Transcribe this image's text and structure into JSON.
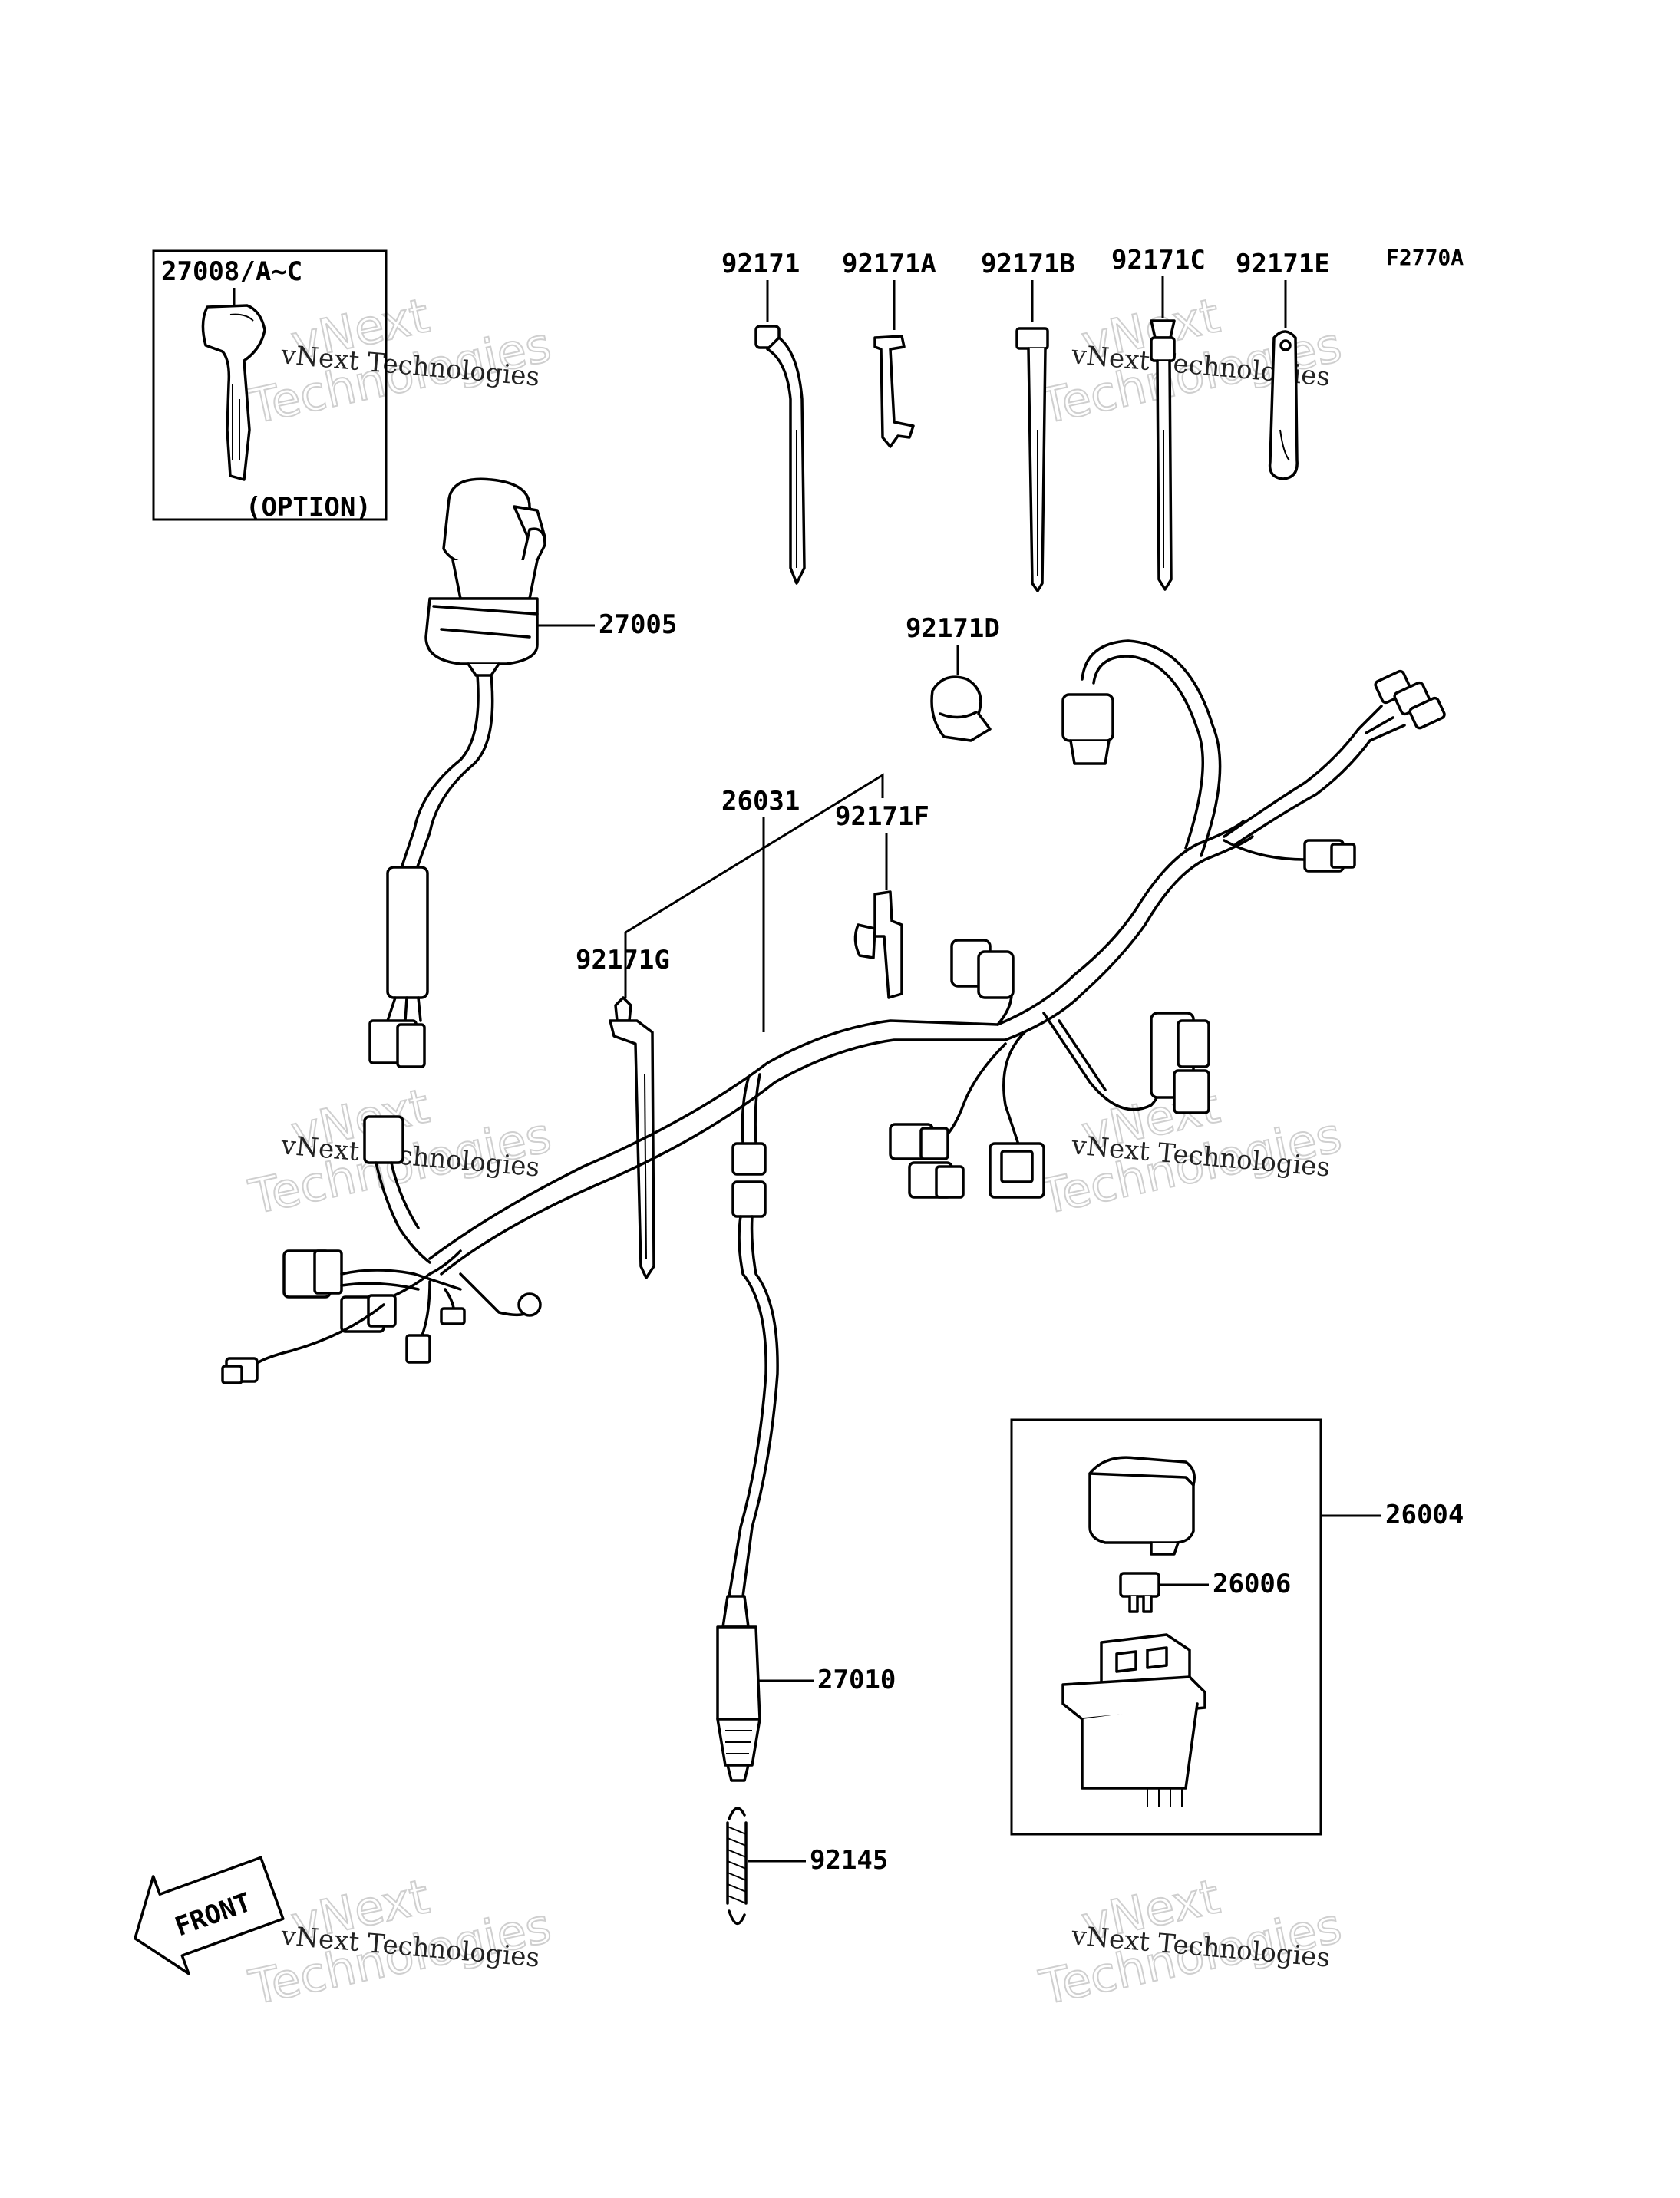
{
  "figure_code": "F2770A",
  "watermark": {
    "logo_line1": "vNext",
    "logo_line2": "Technologies",
    "caption": "vNext Technologies"
  },
  "parts": {
    "key": "27008/A~C",
    "key_note": "(OPTION)",
    "ignition_switch": "27005",
    "clamp_1": "92171",
    "clamp_a": "92171A",
    "clamp_b": "92171B",
    "clamp_c": "92171C",
    "clamp_e": "92171E",
    "clamp_d": "92171D",
    "wiring_harness": "26031",
    "clamp_f": "92171F",
    "clamp_g": "92171G",
    "relay_assy": "26004",
    "fuse": "26006",
    "switch": "27010",
    "spring": "92145"
  },
  "front_arrow": "FRONT"
}
